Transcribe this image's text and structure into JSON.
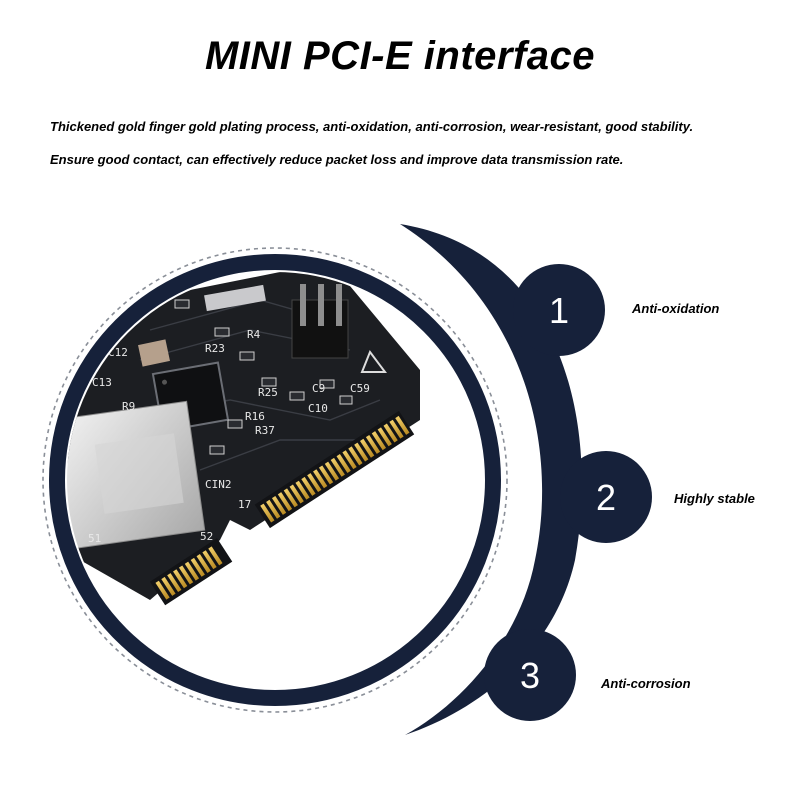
{
  "header": {
    "title": "MINI PCI-E interface",
    "description_lines": [
      "Thickened gold finger gold plating process, anti-oxidation, anti-corrosion, wear-resistant, good stability.",
      "Ensure good contact, can effectively reduce packet loss and improve data transmission rate."
    ]
  },
  "features": [
    {
      "number": "1",
      "label": "Anti-oxidation"
    },
    {
      "number": "2",
      "label": "Highly stable"
    },
    {
      "number": "3",
      "label": "Anti-corrosion"
    }
  ],
  "board_silkscreen": [
    "C12",
    "C13",
    "R9",
    "R23",
    "R4",
    "R25",
    "R16",
    "R37",
    "C10",
    "C9",
    "CIN2",
    "C59",
    "17",
    "52",
    "51"
  ],
  "colors": {
    "accent_navy": "#16213a",
    "board": "#1c1e22",
    "gold": "#d9a935"
  }
}
